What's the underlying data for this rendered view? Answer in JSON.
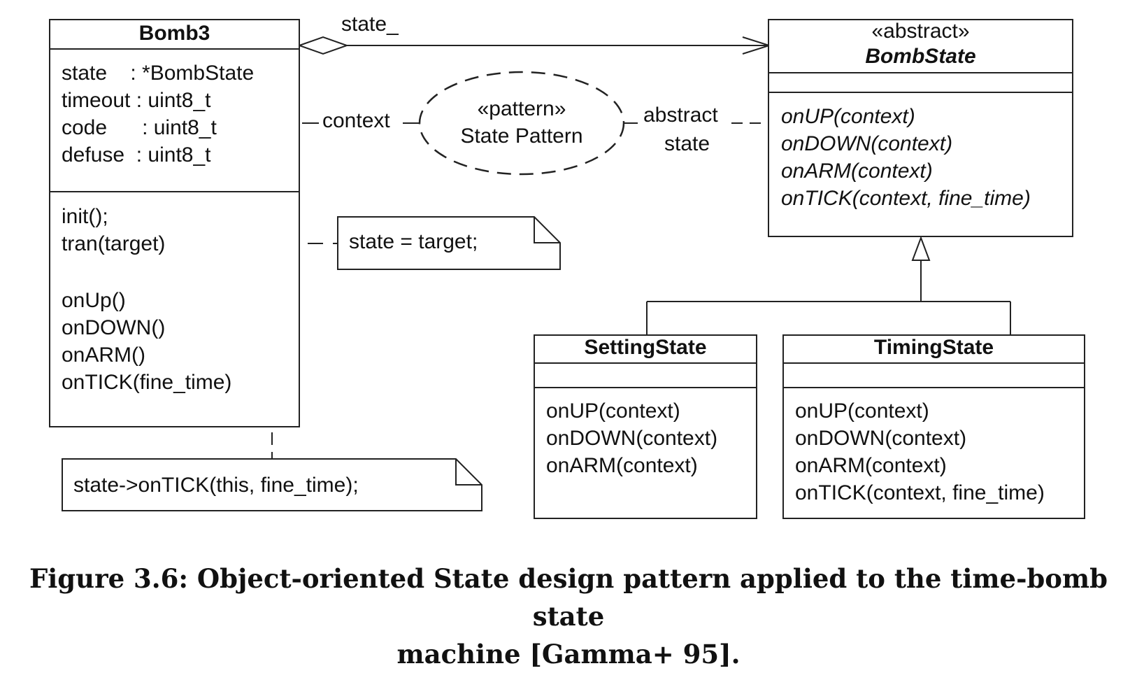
{
  "bomb3": {
    "title": "Bomb3",
    "attributes": [
      "state    : *BombState",
      "timeout : uint8_t",
      "code      : uint8_t",
      "defuse  : uint8_t"
    ],
    "methods_a": [
      "init();",
      "tran(target)"
    ],
    "methods_b": [
      "onUp()",
      "onDOWN()",
      "onARM()",
      "onTICK(fine_time)"
    ]
  },
  "bombstate": {
    "stereotype": "«abstract»",
    "title": "BombState",
    "methods": [
      "onUP(context)",
      "onDOWN(context)",
      "onARM(context)",
      "onTICK(context, fine_time)"
    ]
  },
  "setting": {
    "title": "SettingState",
    "methods": [
      "onUP(context)",
      "onDOWN(context)",
      "onARM(context)"
    ]
  },
  "timing": {
    "title": "TimingState",
    "methods": [
      "onUP(context)",
      "onDOWN(context)",
      "onARM(context)",
      "onTICK(context, fine_time)"
    ]
  },
  "pattern": {
    "stereotype": "«pattern»",
    "name": "State Pattern"
  },
  "labels": {
    "state_assoc": "state_",
    "context": "context",
    "abstract": "abstract",
    "state_word": "state"
  },
  "notes": {
    "tran": "state = target;",
    "tick": "state->onTICK(this, fine_time);"
  },
  "caption": {
    "line1": "Figure 3.6: Object-oriented State design pattern applied to the time-bomb state",
    "line2": "machine [Gamma+ 95]."
  }
}
